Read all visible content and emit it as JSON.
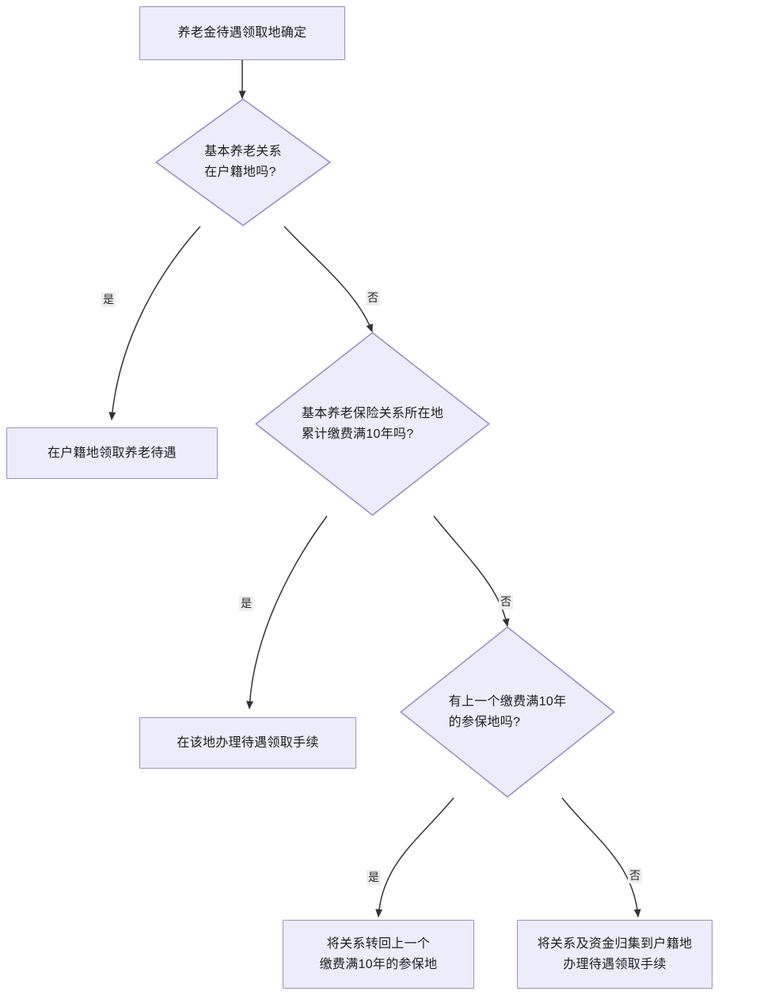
{
  "diagram": {
    "type": "flowchart",
    "title": "养老金待遇领取地确定",
    "orientation": "top-down",
    "colors": {
      "node_fill": "#ECECFB",
      "node_border": "#9B8FC4",
      "edge_stroke": "#333333",
      "edge_label_bg": "#EDEDED",
      "text": "#1F1F1F",
      "background": "#FFFFFF"
    },
    "nodes": [
      {
        "id": "start",
        "shape": "rect",
        "label": "养老金待遇领取地确定"
      },
      {
        "id": "d1",
        "shape": "diamond",
        "label": "基本养老关系\n在户籍地吗?"
      },
      {
        "id": "r1",
        "shape": "rect",
        "label": "在户籍地领取养老待遇"
      },
      {
        "id": "d2",
        "shape": "diamond",
        "label": "基本养老保险关系所在地\n累计缴费满10年吗?"
      },
      {
        "id": "r2",
        "shape": "rect",
        "label": "在该地办理待遇领取手续"
      },
      {
        "id": "d3",
        "shape": "diamond",
        "label": "有上一个缴费满10年\n的参保地吗?"
      },
      {
        "id": "r3",
        "shape": "rect",
        "label": "将关系转回上一个\n缴费满10年的参保地"
      },
      {
        "id": "r4",
        "shape": "rect",
        "label": "将关系及资金归集到户籍地\n办理待遇领取手续"
      }
    ],
    "edges": [
      {
        "id": "e0",
        "from": "start",
        "to": "d1",
        "label": ""
      },
      {
        "id": "e1",
        "from": "d1",
        "to": "r1",
        "label": "是"
      },
      {
        "id": "e2",
        "from": "d1",
        "to": "d2",
        "label": "否"
      },
      {
        "id": "e3",
        "from": "d2",
        "to": "r2",
        "label": "是"
      },
      {
        "id": "e4",
        "from": "d2",
        "to": "d3",
        "label": "否"
      },
      {
        "id": "e5",
        "from": "d3",
        "to": "r3",
        "label": "是"
      },
      {
        "id": "e6",
        "from": "d3",
        "to": "r4",
        "label": "否"
      }
    ]
  }
}
